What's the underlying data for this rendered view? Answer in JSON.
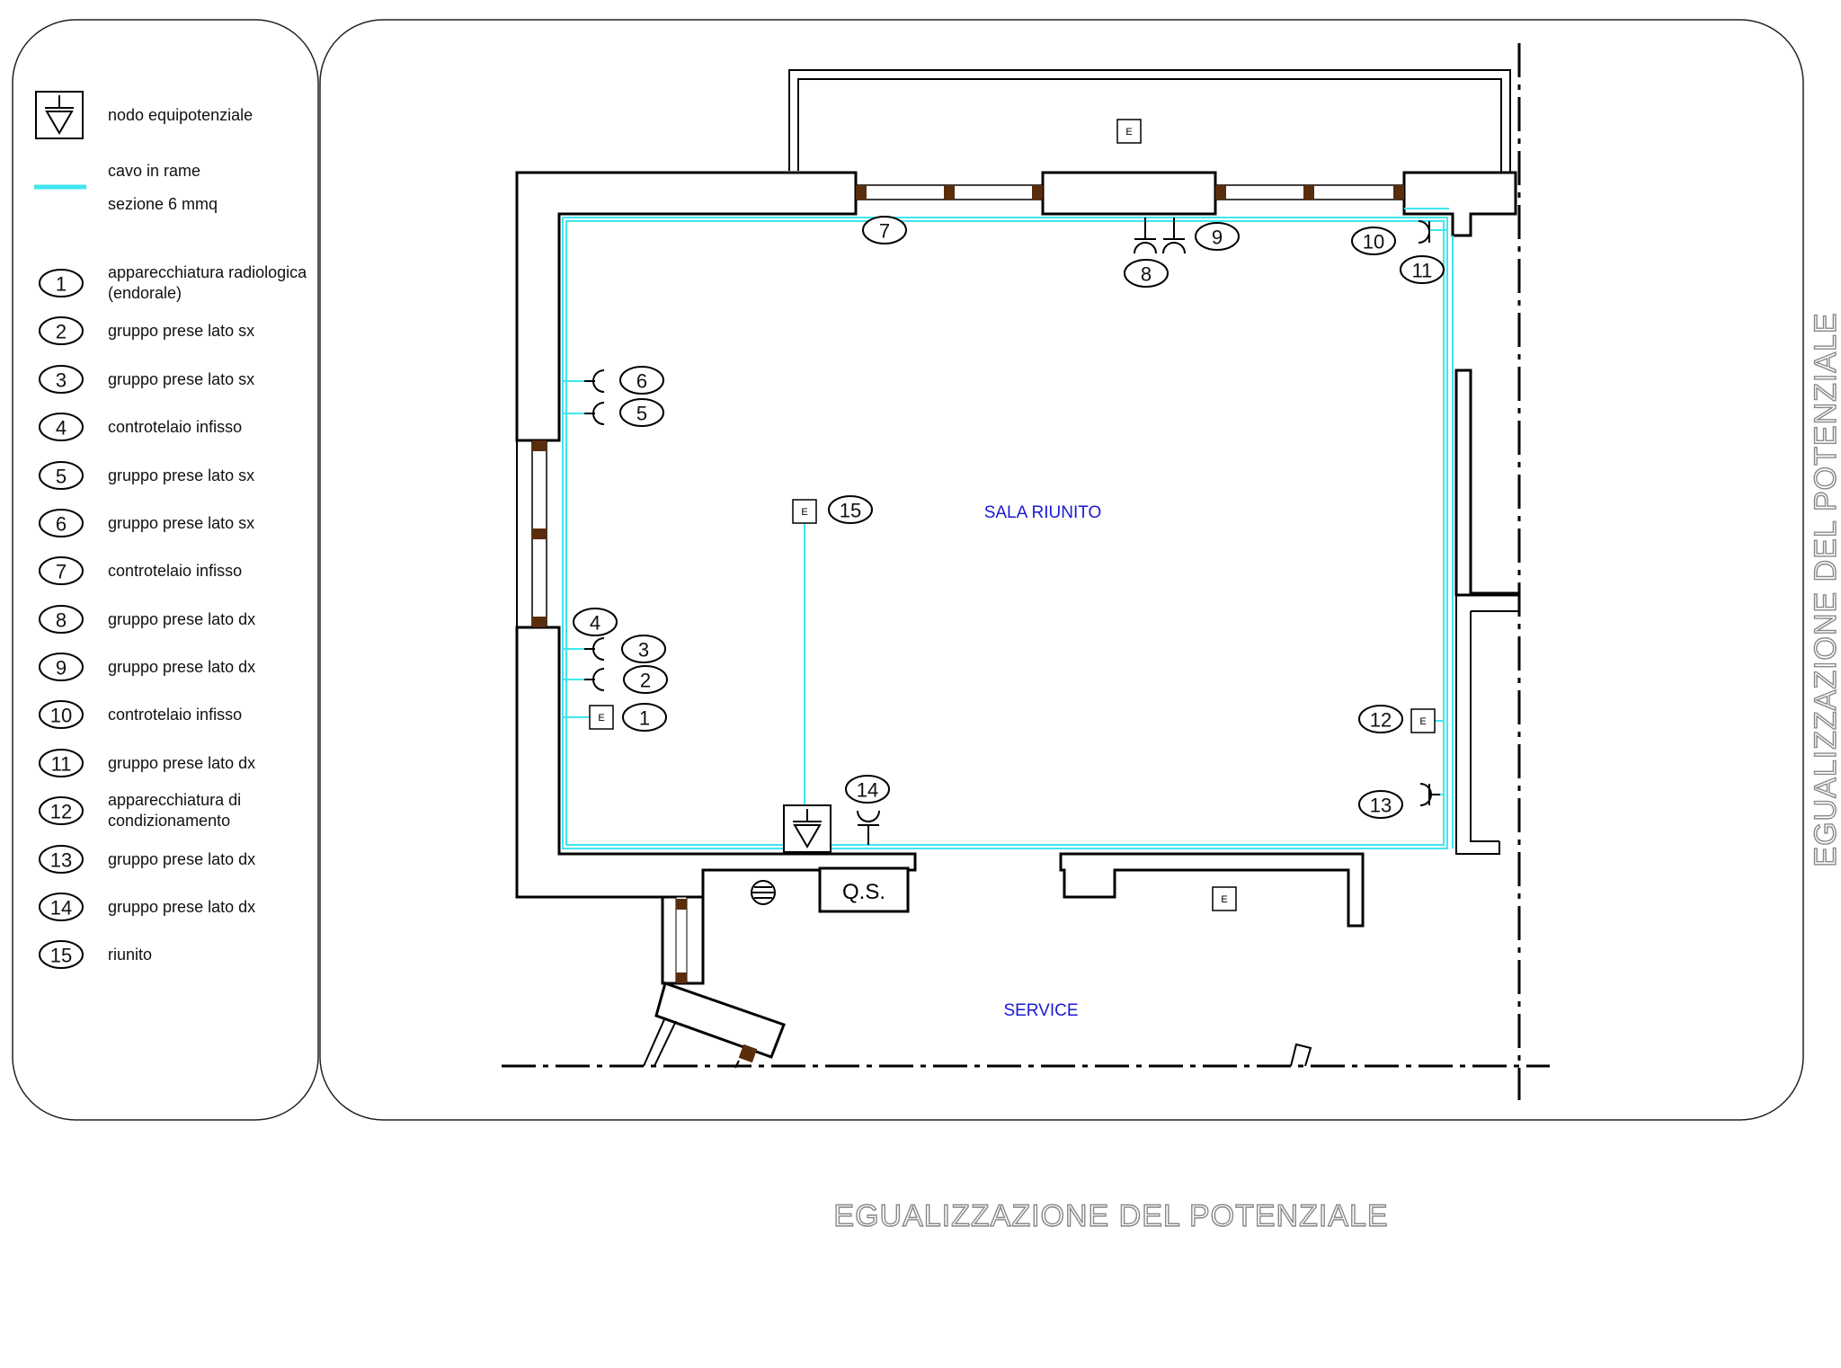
{
  "legend": {
    "node_label": "nodo equipotenziale",
    "cable_label_1": "cavo in rame",
    "cable_label_2": "sezione 6 mmq",
    "cable_color": "#3fe6ee",
    "items": [
      {
        "num": "1",
        "lines": [
          "apparecchiatura radiologica",
          "(endorale)"
        ]
      },
      {
        "num": "2",
        "lines": [
          "gruppo prese lato sx"
        ]
      },
      {
        "num": "3",
        "lines": [
          "gruppo prese lato sx"
        ]
      },
      {
        "num": "4",
        "lines": [
          "controtelaio infisso"
        ]
      },
      {
        "num": "5",
        "lines": [
          "gruppo prese lato sx"
        ]
      },
      {
        "num": "6",
        "lines": [
          "gruppo prese lato sx"
        ]
      },
      {
        "num": "7",
        "lines": [
          "controtelaio infisso"
        ]
      },
      {
        "num": "8",
        "lines": [
          "gruppo prese lato dx"
        ]
      },
      {
        "num": "9",
        "lines": [
          "gruppo prese lato dx"
        ]
      },
      {
        "num": "10",
        "lines": [
          "controtelaio infisso"
        ]
      },
      {
        "num": "11",
        "lines": [
          "gruppo prese lato dx"
        ]
      },
      {
        "num": "12",
        "lines": [
          "apparecchiatura di",
          "condizionamento"
        ]
      },
      {
        "num": "13",
        "lines": [
          "gruppo prese lato dx"
        ]
      },
      {
        "num": "14",
        "lines": [
          "gruppo prese lato dx"
        ]
      },
      {
        "num": "15",
        "lines": [
          "riunito"
        ]
      }
    ]
  },
  "plan": {
    "room_main": "SALA RIUNITO",
    "room_service": "SERVICE",
    "panel_label": "Q.S.",
    "equipment_letter": "E",
    "markers": [
      "1",
      "2",
      "3",
      "4",
      "5",
      "6",
      "7",
      "8",
      "9",
      "10",
      "11",
      "12",
      "13",
      "14",
      "15"
    ]
  },
  "titles": {
    "bottom": "EGUALIZZAZIONE DEL POTENZIALE",
    "side": "EGUALIZZAZIONE DEL POTENZIALE"
  }
}
